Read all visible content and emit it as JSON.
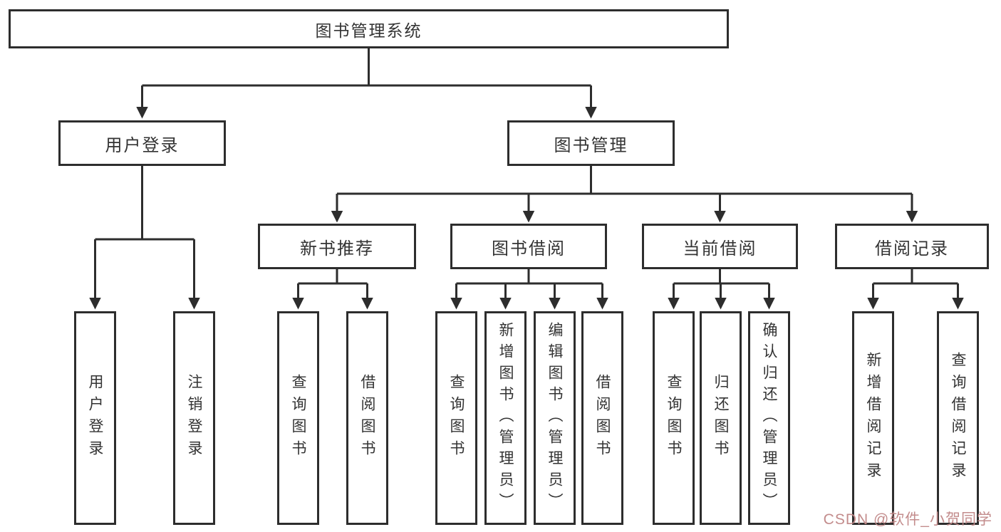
{
  "diagram": {
    "root": "图书管理系统",
    "children": [
      {
        "label": "用户登录",
        "children": [
          "用户登录",
          "注销登录"
        ]
      },
      {
        "label": "图书管理",
        "children": [
          {
            "label": "新书推荐",
            "children": [
              "查询图书",
              "借阅图书"
            ]
          },
          {
            "label": "图书借阅",
            "children": [
              "查询图书",
              "新增图书（管理员）",
              "编辑图书（管理员）",
              "借阅图书"
            ]
          },
          {
            "label": "当前借阅",
            "children": [
              "查询图书",
              "归还图书",
              "确认归还（管理员）"
            ]
          },
          {
            "label": "借阅记录",
            "children": [
              "新增借阅记录",
              "查询借阅记录"
            ]
          }
        ]
      }
    ]
  },
  "colors": {
    "line": "#2d2d2d",
    "text": "#333333",
    "watermark": "#c08686"
  },
  "watermark": {
    "text": "CSDN @软件_小贺同学"
  }
}
